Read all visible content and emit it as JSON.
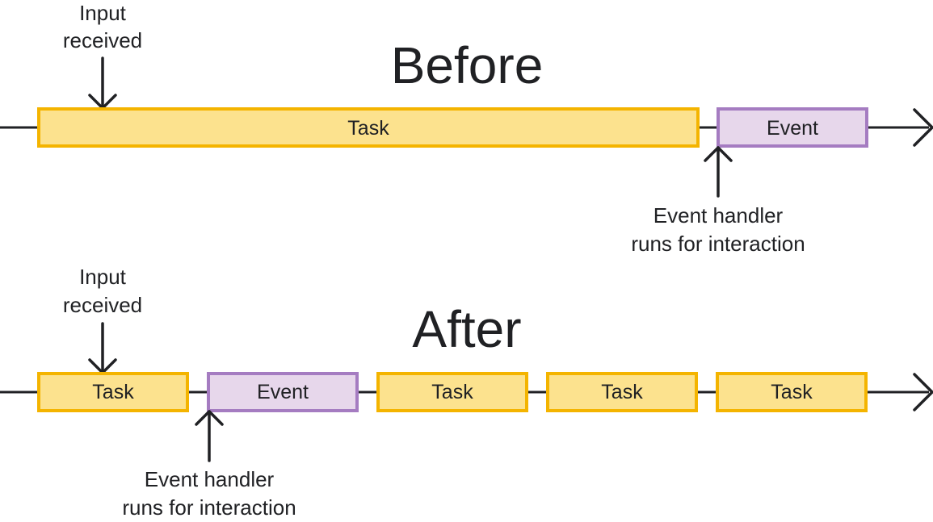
{
  "before": {
    "title": "Before",
    "input_note": [
      "Input",
      "received"
    ],
    "task_label": "Task",
    "event_label": "Event",
    "handler_note": [
      "Event handler",
      "runs for interaction"
    ]
  },
  "after": {
    "title": "After",
    "input_note": [
      "Input",
      "received"
    ],
    "blocks": [
      "Task",
      "Event",
      "Task",
      "Task",
      "Task"
    ],
    "handler_note": [
      "Event handler",
      "runs for interaction"
    ]
  },
  "colors": {
    "task_fill": "#fce28e",
    "task_stroke": "#f4b400",
    "event_fill": "#e7d7eb",
    "event_stroke": "#a57cc1",
    "ink": "#202124"
  }
}
